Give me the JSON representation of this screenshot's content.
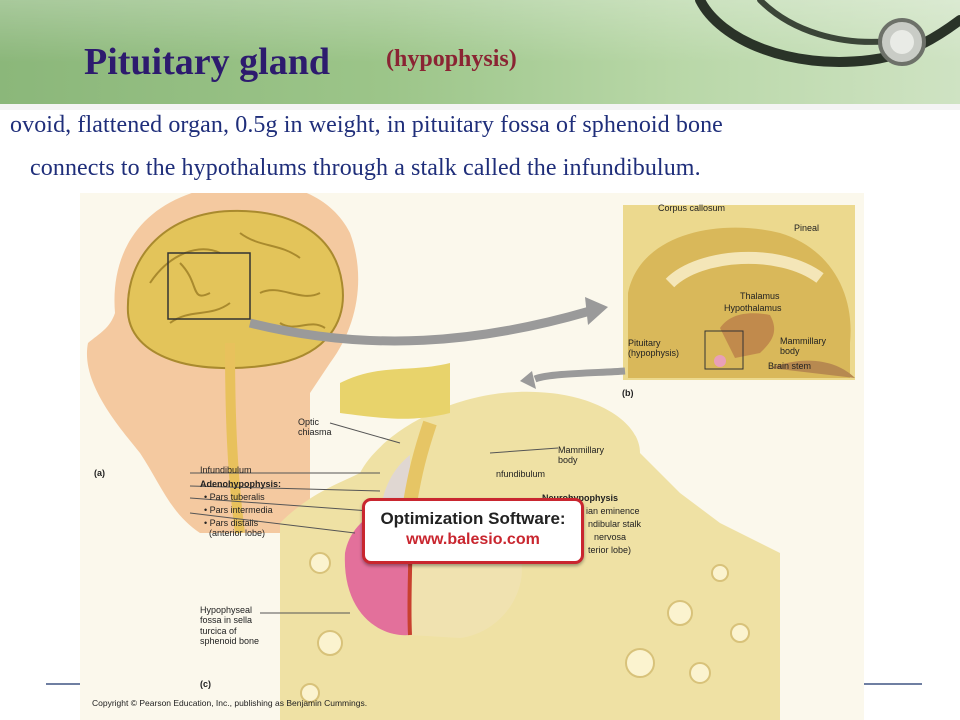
{
  "slide": {
    "title": "Pituitary gland",
    "subtitle": "(hypophysis)",
    "line1": "ovoid, flattened organ, 0.5g in weight, in pituitary fossa of sphenoid bone",
    "line2": "connects to the hypothalums through a stalk called the infundibulum."
  },
  "figure": {
    "panel_a": "(a)",
    "panel_b": "(b)",
    "panel_c": "(c)",
    "labels_b": {
      "corpus_callosum": "Corpus\ncallosum",
      "pineal": "Pineal",
      "thalamus": "Thalamus",
      "hypothalamus": "Hypothalamus",
      "pituitary": "Pituitary\n(hypophysis)",
      "mammillary": "Mammillary\nbody",
      "brain_stem": "Brain stem"
    },
    "labels_c": {
      "optic_chiasma": "Optic\nchiasma",
      "mammillary_body": "Mammillary\nbody",
      "infundibulum_fragment": "nfundibulum",
      "infundibulum": "Infundibulum",
      "adenohypophysis": "Adenohypophysis:",
      "pars_tuberalis": "• Pars tuberalis",
      "pars_intermedia": "• Pars intermedia",
      "pars_distalis": "• Pars distalis\n  (anterior lobe)",
      "neurohypophysis": "Neurohypophysis",
      "median_eminence": "ian eminence",
      "infundibular_stalk": "ndibular stalk",
      "pars_nervosa": "nervosa",
      "posterior_lobe": "terior lobe)",
      "hypophyseal_fossa": "Hypophyseal\nfossa in sella\nturcica of\nsphenoid bone"
    },
    "copyright": "Copyright © Pearson Education, Inc., publishing as Benjamin Cummings."
  },
  "watermark": {
    "line1": "Optimization Software:",
    "line2": "www.balesio.com"
  },
  "colors": {
    "title": "#2d1b6e",
    "subtitle": "#8a2433",
    "body_text": "#1f2e7a",
    "header_green": "#9cc589",
    "watermark_red": "#c9262f"
  }
}
